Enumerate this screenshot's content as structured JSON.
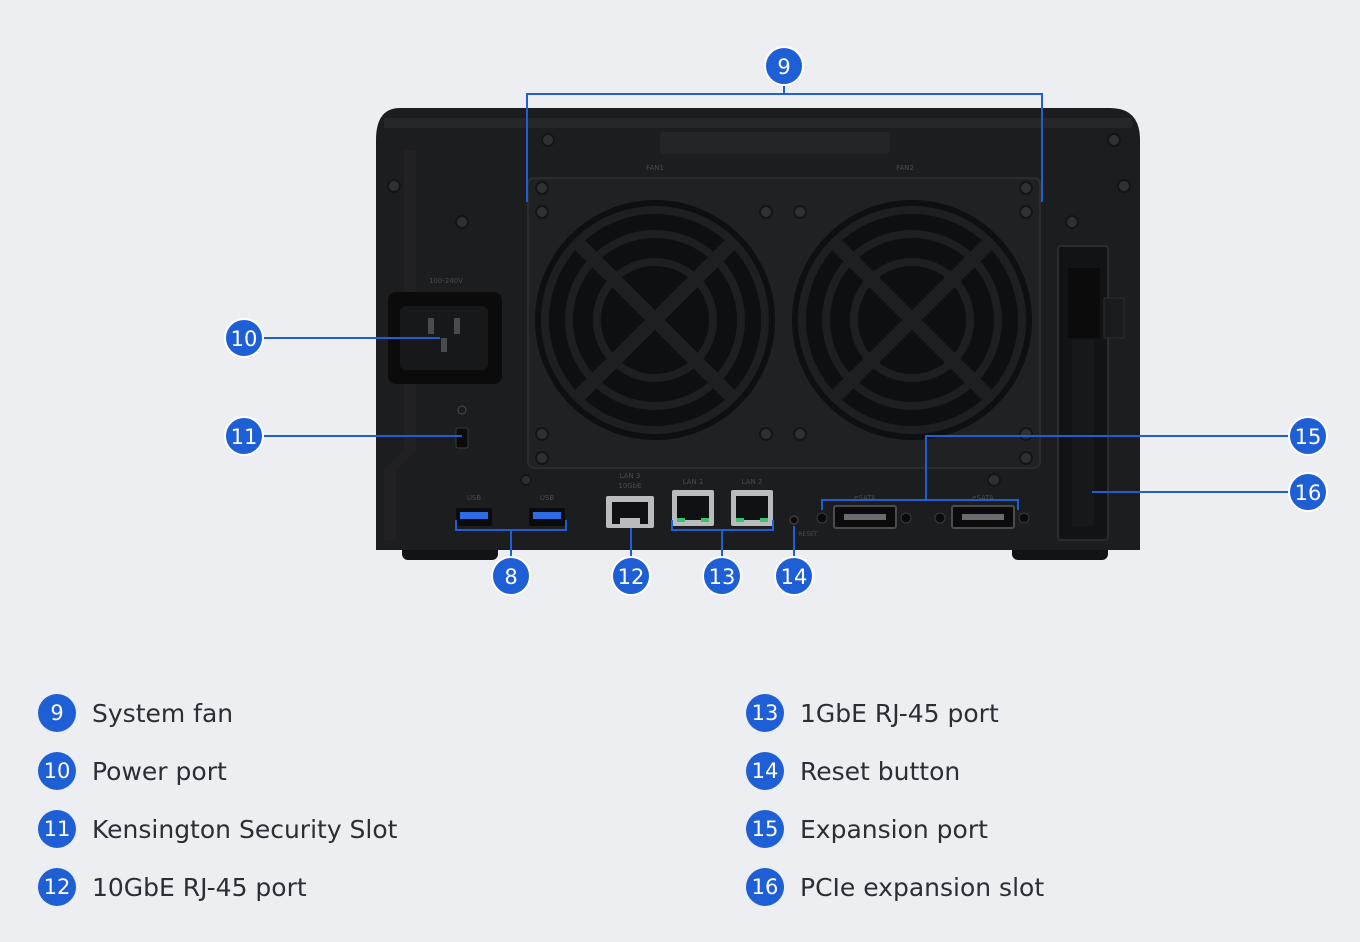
{
  "colors": {
    "background": "#eceef2",
    "badge": "#1e5fd6",
    "callout_line": "#1e5fd6",
    "device_body": "#1c1d1f",
    "text": "#2a2e36"
  },
  "callouts": {
    "c8": "8",
    "c9": "9",
    "c10": "10",
    "c11": "11",
    "c12": "12",
    "c13": "13",
    "c14": "14",
    "c15": "15",
    "c16": "16"
  },
  "device_labels": {
    "fan1": "FAN1",
    "fan2": "FAN2",
    "power": "100-240V",
    "usb1": "USB",
    "usb2": "USB",
    "lan3": "LAN 3",
    "lan3_sub": "10GbE",
    "lan1": "LAN 1",
    "lan2": "LAN 2",
    "reset": "RESET",
    "esata1": "eSATA",
    "esata2": "eSATA"
  },
  "legend": {
    "left": [
      {
        "num": "9",
        "label": "System fan"
      },
      {
        "num": "10",
        "label": "Power port"
      },
      {
        "num": "11",
        "label": "Kensington Security Slot"
      },
      {
        "num": "12",
        "label": "10GbE RJ-45 port"
      }
    ],
    "right": [
      {
        "num": "13",
        "label": "1GbE RJ-45 port"
      },
      {
        "num": "14",
        "label": "Reset button"
      },
      {
        "num": "15",
        "label": "Expansion port"
      },
      {
        "num": "16",
        "label": "PCIe expansion slot"
      }
    ]
  }
}
